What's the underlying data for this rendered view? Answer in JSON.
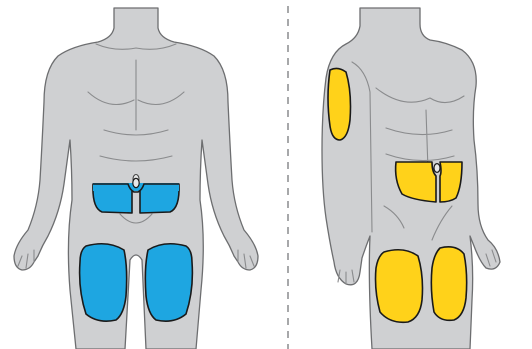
{
  "diagram": {
    "front_view": {
      "view": "front",
      "zone_color": "#1ea6e1",
      "zones": [
        "abdomen",
        "left-thigh",
        "right-thigh"
      ]
    },
    "side_view": {
      "view": "three-quarter",
      "zone_color": "#ffd21a",
      "zones": [
        "upper-arm",
        "abdomen",
        "left-thigh",
        "right-thigh"
      ]
    },
    "divider": {
      "style": "dashed",
      "color": "#8a8b8d"
    },
    "body_color": "#cfd0d2",
    "outline_color": "#6d6e70"
  }
}
